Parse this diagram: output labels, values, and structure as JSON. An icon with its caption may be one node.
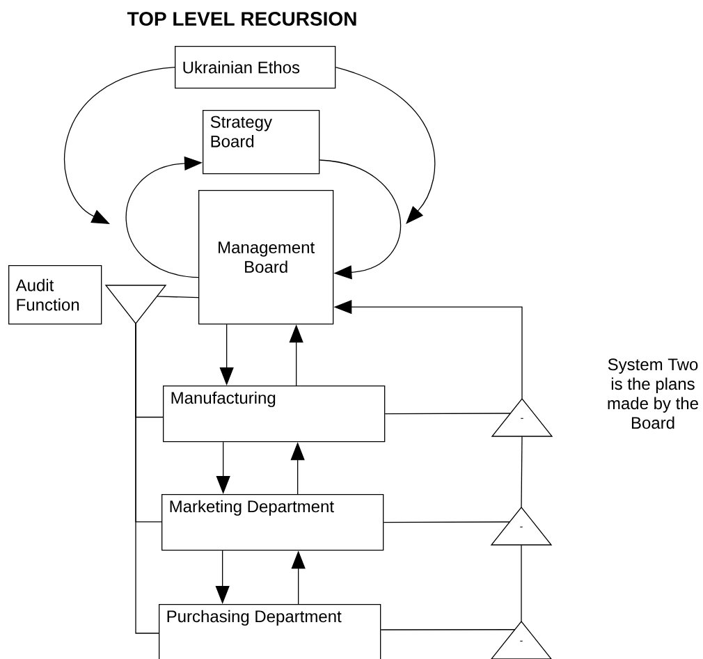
{
  "diagram": {
    "title": "TOP LEVEL RECURSION",
    "nodes": [
      {
        "text": [
          "Ukrainian  Ethos"
        ]
      },
      {
        "text": [
          "Strategy Board"
        ]
      },
      {
        "text": [
          "Management Board"
        ]
      },
      {
        "text": [
          "Audit Function"
        ]
      },
      {
        "text": [],
        "shape": "triangle"
      },
      {
        "text": [
          "Manufacturing"
        ]
      },
      {
        "text": [
          "Marketing Department"
        ]
      },
      {
        "text": [
          "Purchasing Department"
        ]
      },
      {
        "text": [
          "-"
        ]
      },
      {
        "text": [
          "-"
        ]
      },
      {
        "text": [
          "-"
        ]
      }
    ],
    "edges": [
      {
        "from": 0,
        "to": null,
        "arrow": "to"
      },
      {
        "from": 0,
        "to": null,
        "arrow": "to"
      },
      {
        "from": 2,
        "to": 1,
        "arrow": "to"
      },
      {
        "from": 1,
        "to": 2,
        "arrow": "to"
      },
      {
        "from": 4,
        "to": 2,
        "arrow": "none"
      },
      {
        "from": 4,
        "to": 5,
        "arrow": "none"
      },
      {
        "from": 4,
        "to": 6,
        "arrow": "none"
      },
      {
        "from": 4,
        "to": 7,
        "arrow": "none"
      },
      {
        "from": 2,
        "to": 5,
        "arrow": "to"
      },
      {
        "from": 5,
        "to": 2,
        "arrow": "to"
      },
      {
        "from": 5,
        "to": 6,
        "arrow": "to"
      },
      {
        "from": 6,
        "to": 5,
        "arrow": "to"
      },
      {
        "from": 6,
        "to": 7,
        "arrow": "to"
      },
      {
        "from": 7,
        "to": 6,
        "arrow": "to"
      },
      {
        "from": 5,
        "to": 8,
        "arrow": "none"
      },
      {
        "from": 6,
        "to": 9,
        "arrow": "none"
      },
      {
        "from": 7,
        "to": 10,
        "arrow": "none"
      },
      {
        "from": 10,
        "to": 9,
        "arrow": "none"
      },
      {
        "from": 9,
        "to": 8,
        "arrow": "none"
      },
      {
        "from": 8,
        "to": 2,
        "arrow": "to"
      }
    ],
    "labels": [
      "System Two is the plans made by the Board"
    ]
  }
}
